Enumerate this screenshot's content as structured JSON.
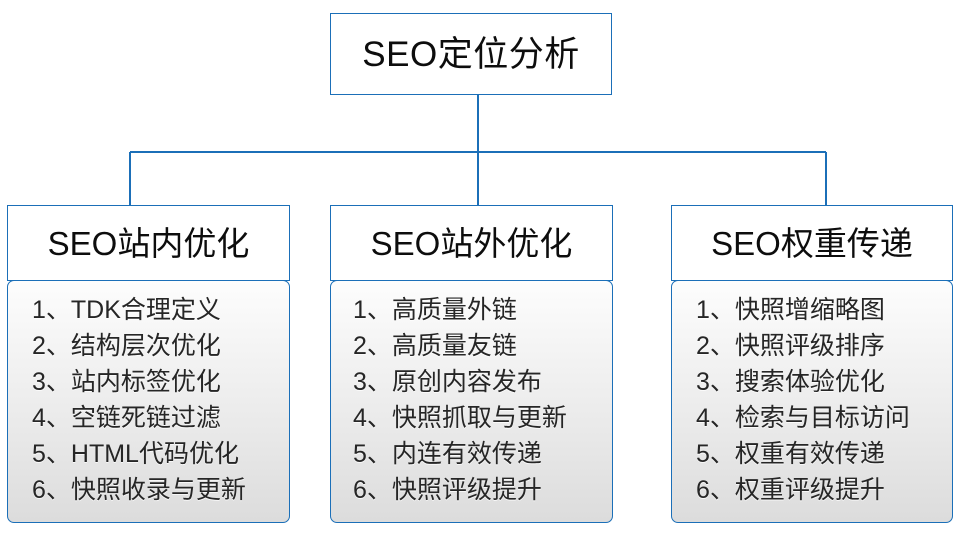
{
  "diagram": {
    "title": "SEO定位分析",
    "accent_color": "#1b6fb8",
    "text_color": "#0d0d0d",
    "item_text_color": "#262626",
    "root": {
      "label": "SEO定位分析"
    },
    "branches": [
      {
        "header": "SEO站内优化",
        "items": [
          {
            "index": "1、",
            "text": "TDK合理定义"
          },
          {
            "index": "2、",
            "text": "结构层次优化"
          },
          {
            "index": "3、",
            "text": "站内标签优化"
          },
          {
            "index": "4、",
            "text": "空链死链过滤"
          },
          {
            "index": "5、",
            "text": "HTML代码优化"
          },
          {
            "index": "6、",
            "text": "快照收录与更新"
          }
        ]
      },
      {
        "header": "SEO站外优化",
        "items": [
          {
            "index": "1、",
            "text": "高质量外链"
          },
          {
            "index": "2、",
            "text": "高质量友链"
          },
          {
            "index": "3、",
            "text": "原创内容发布"
          },
          {
            "index": "4、",
            "text": "快照抓取与更新"
          },
          {
            "index": "5、",
            "text": "内连有效传递"
          },
          {
            "index": "6、",
            "text": "快照评级提升"
          }
        ]
      },
      {
        "header": "SEO权重传递",
        "items": [
          {
            "index": "1、",
            "text": "快照增缩略图"
          },
          {
            "index": "2、",
            "text": "快照评级排序"
          },
          {
            "index": "3、",
            "text": "搜索体验优化"
          },
          {
            "index": "4、",
            "text": "检索与目标访问"
          },
          {
            "index": "5、",
            "text": "权重有效传递"
          },
          {
            "index": "6、",
            "text": "权重评级提升"
          }
        ]
      }
    ]
  }
}
